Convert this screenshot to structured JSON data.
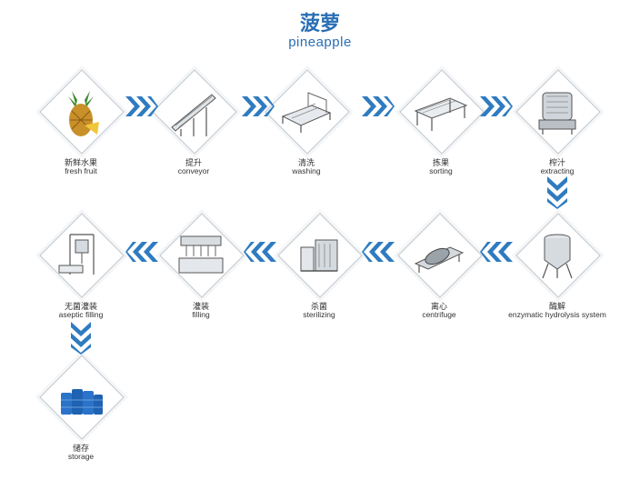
{
  "title": {
    "cn": "菠萝",
    "en": "pineapple"
  },
  "colors": {
    "accent": "#2a6fb5",
    "arrow": "#2f7bc0",
    "diamond_border": "#bfc6cc"
  },
  "steps": [
    {
      "cn": "新鲜水果",
      "en": "fresh  fruit",
      "icon": "pineapple-icon"
    },
    {
      "cn": "提升",
      "en": "conveyor",
      "icon": "conveyor-icon"
    },
    {
      "cn": "清洗",
      "en": "washing",
      "icon": "washing-machine-icon"
    },
    {
      "cn": "拣果",
      "en": "sorting",
      "icon": "sorting-table-icon"
    },
    {
      "cn": "榨汁",
      "en": "extracting",
      "icon": "juice-extractor-icon"
    },
    {
      "cn": "酶解",
      "en": "enzymatic hydrolysis system",
      "icon": "hydrolysis-tank-icon"
    },
    {
      "cn": "离心",
      "en": "centrifuge",
      "icon": "centrifuge-icon"
    },
    {
      "cn": "杀菌",
      "en": "sterilizing",
      "icon": "sterilizer-icon"
    },
    {
      "cn": "灌装",
      "en": "filling",
      "icon": "filling-machine-icon"
    },
    {
      "cn": "无菌灌装",
      "en": "aseptic filling",
      "icon": "aseptic-filler-icon"
    },
    {
      "cn": "储存",
      "en": "storage",
      "icon": "storage-drums-icon"
    }
  ]
}
